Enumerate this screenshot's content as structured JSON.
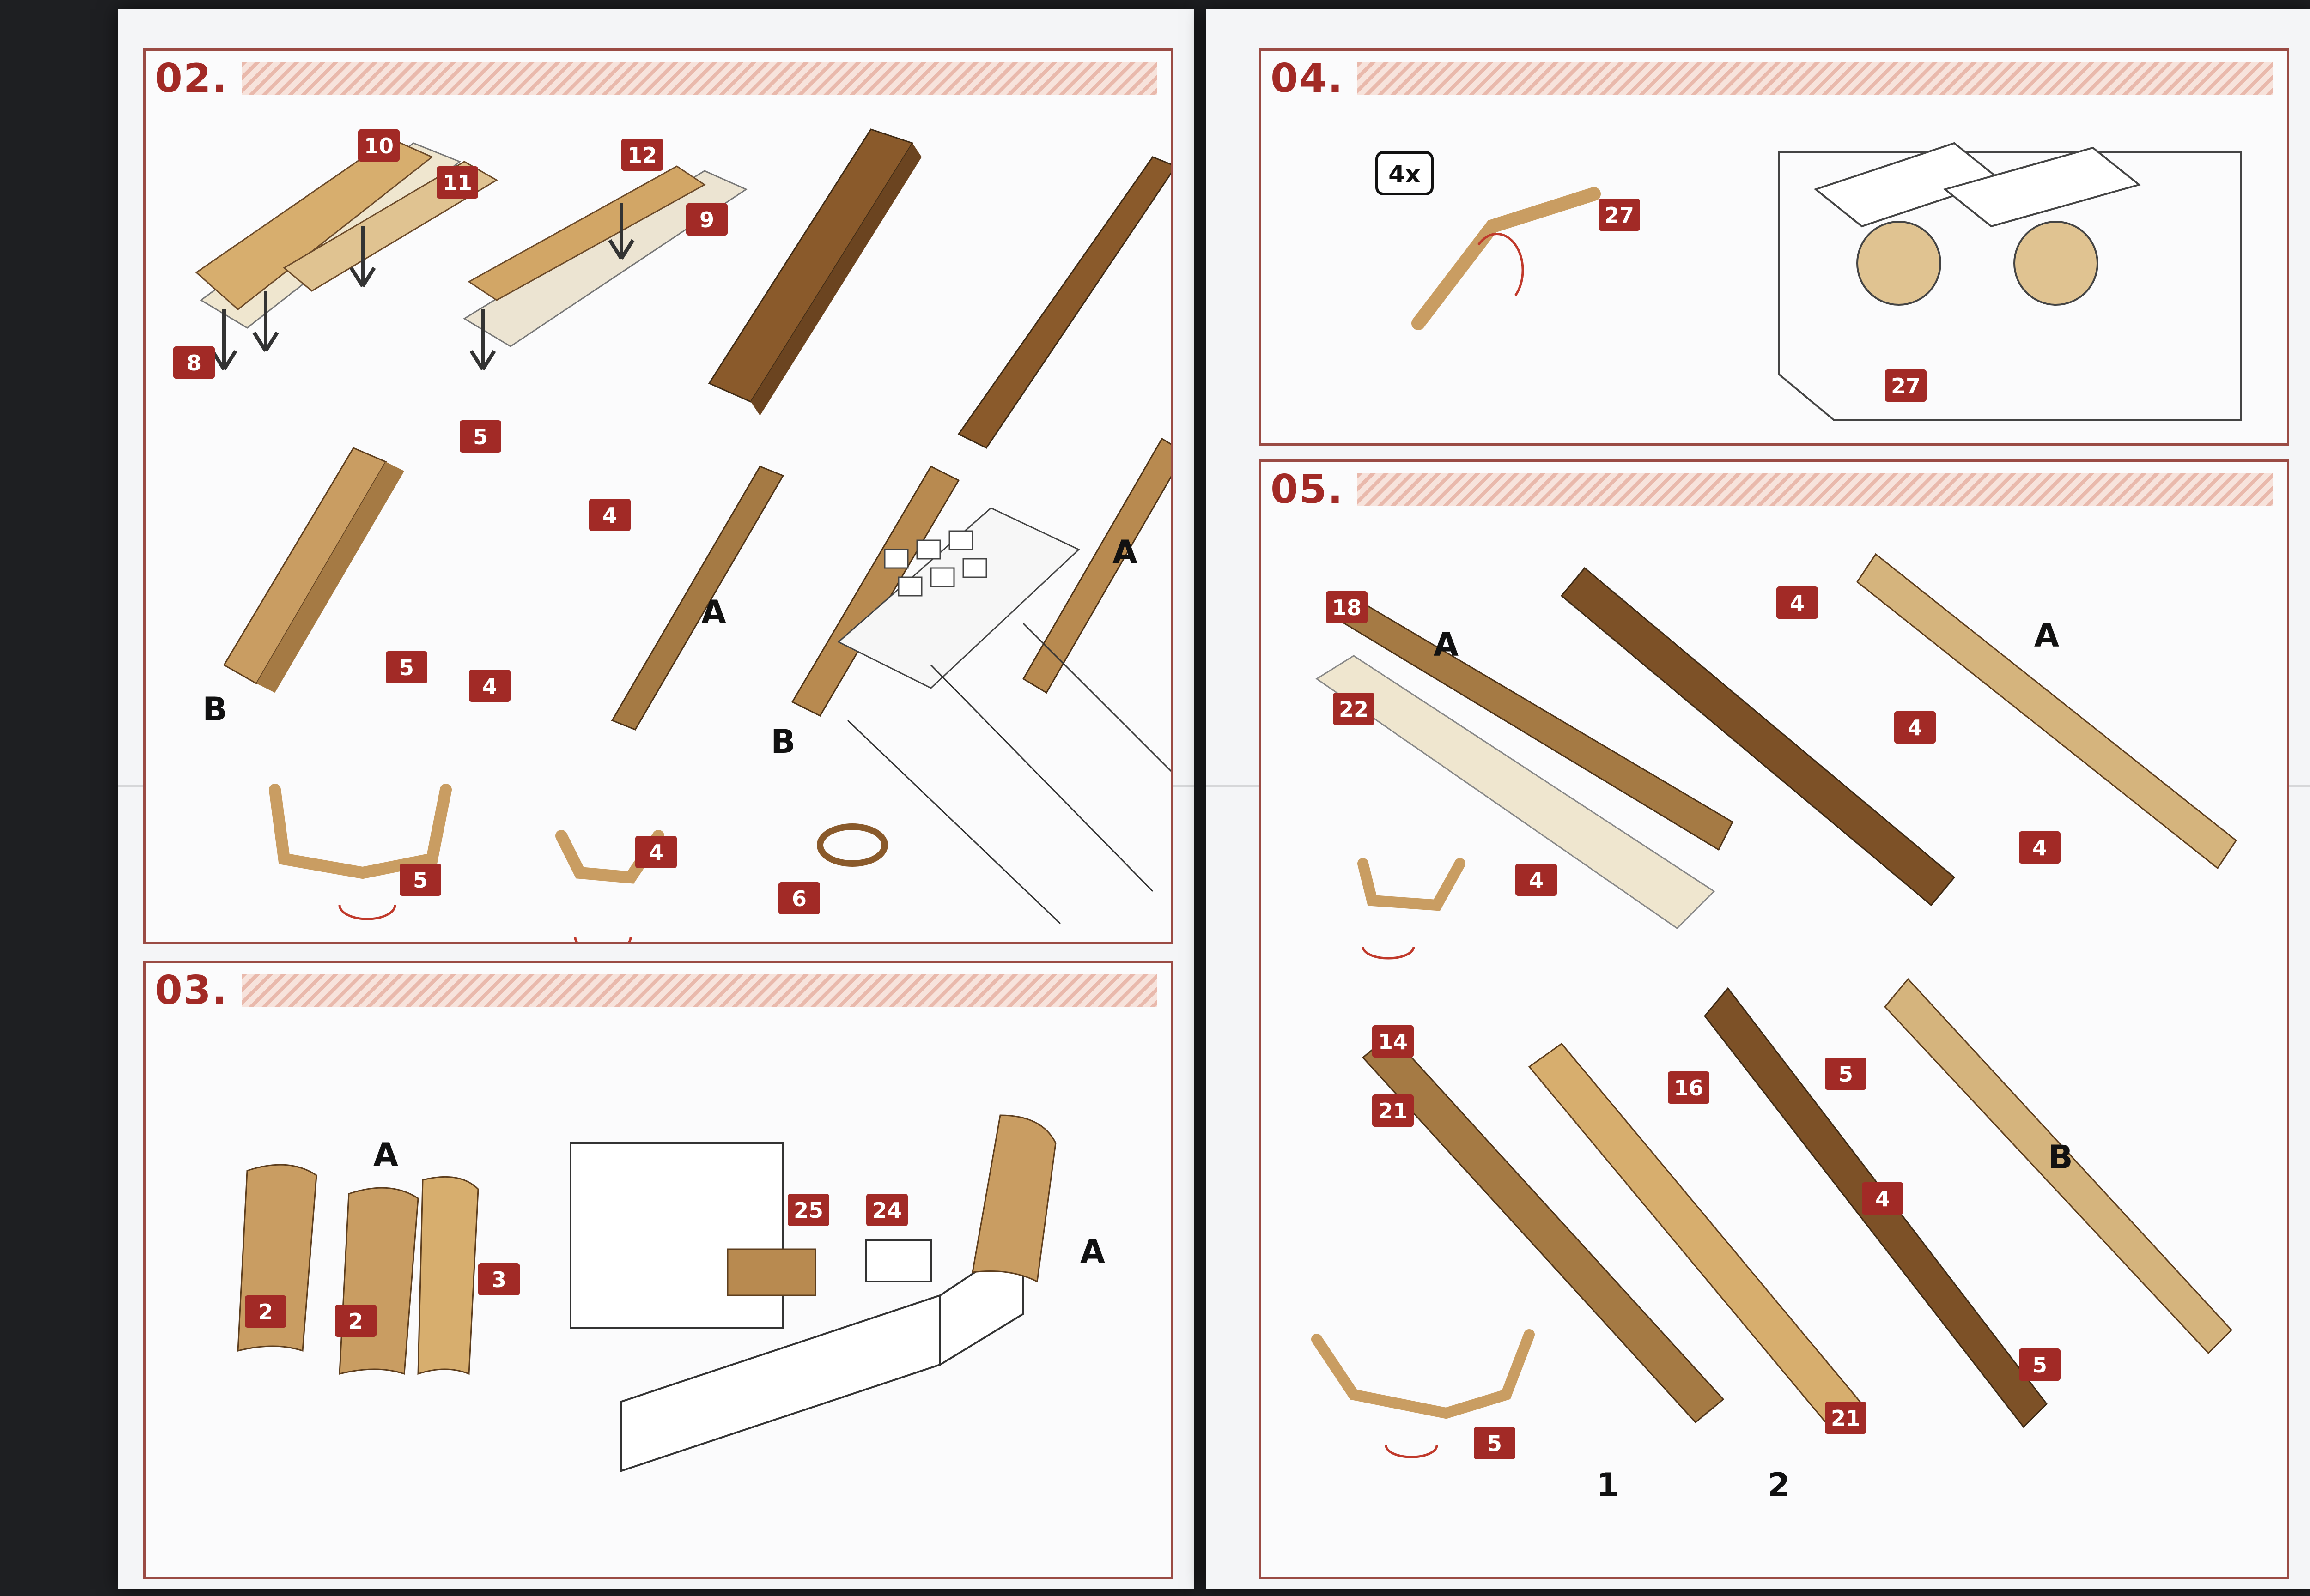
{
  "steps": {
    "s02": {
      "number": "02.",
      "callouts": [
        "10",
        "11",
        "12",
        "9",
        "8",
        "5",
        "4",
        "5",
        "4",
        "5",
        "4",
        "6"
      ],
      "letters": [
        "A",
        "B",
        "B",
        "A"
      ]
    },
    "s03": {
      "number": "03.",
      "callouts": [
        "2",
        "2",
        "3",
        "25",
        "24"
      ],
      "letters": [
        "A",
        "A"
      ]
    },
    "s04": {
      "number": "04.",
      "multiplier": "4x",
      "callouts": [
        "27",
        "27"
      ]
    },
    "s05": {
      "number": "05.",
      "callouts": [
        "18",
        "22",
        "4",
        "4",
        "4",
        "4",
        "14",
        "21",
        "16",
        "5",
        "4",
        "5",
        "5",
        "21"
      ],
      "letters": [
        "A",
        "A",
        "B",
        "1",
        "2"
      ]
    }
  },
  "colors": {
    "accent": "#a22a26",
    "border": "#9a4b44",
    "wood_light": "#d7ae6e",
    "wood_dark": "#8a5a2b",
    "paper": "#f4f5f7"
  }
}
